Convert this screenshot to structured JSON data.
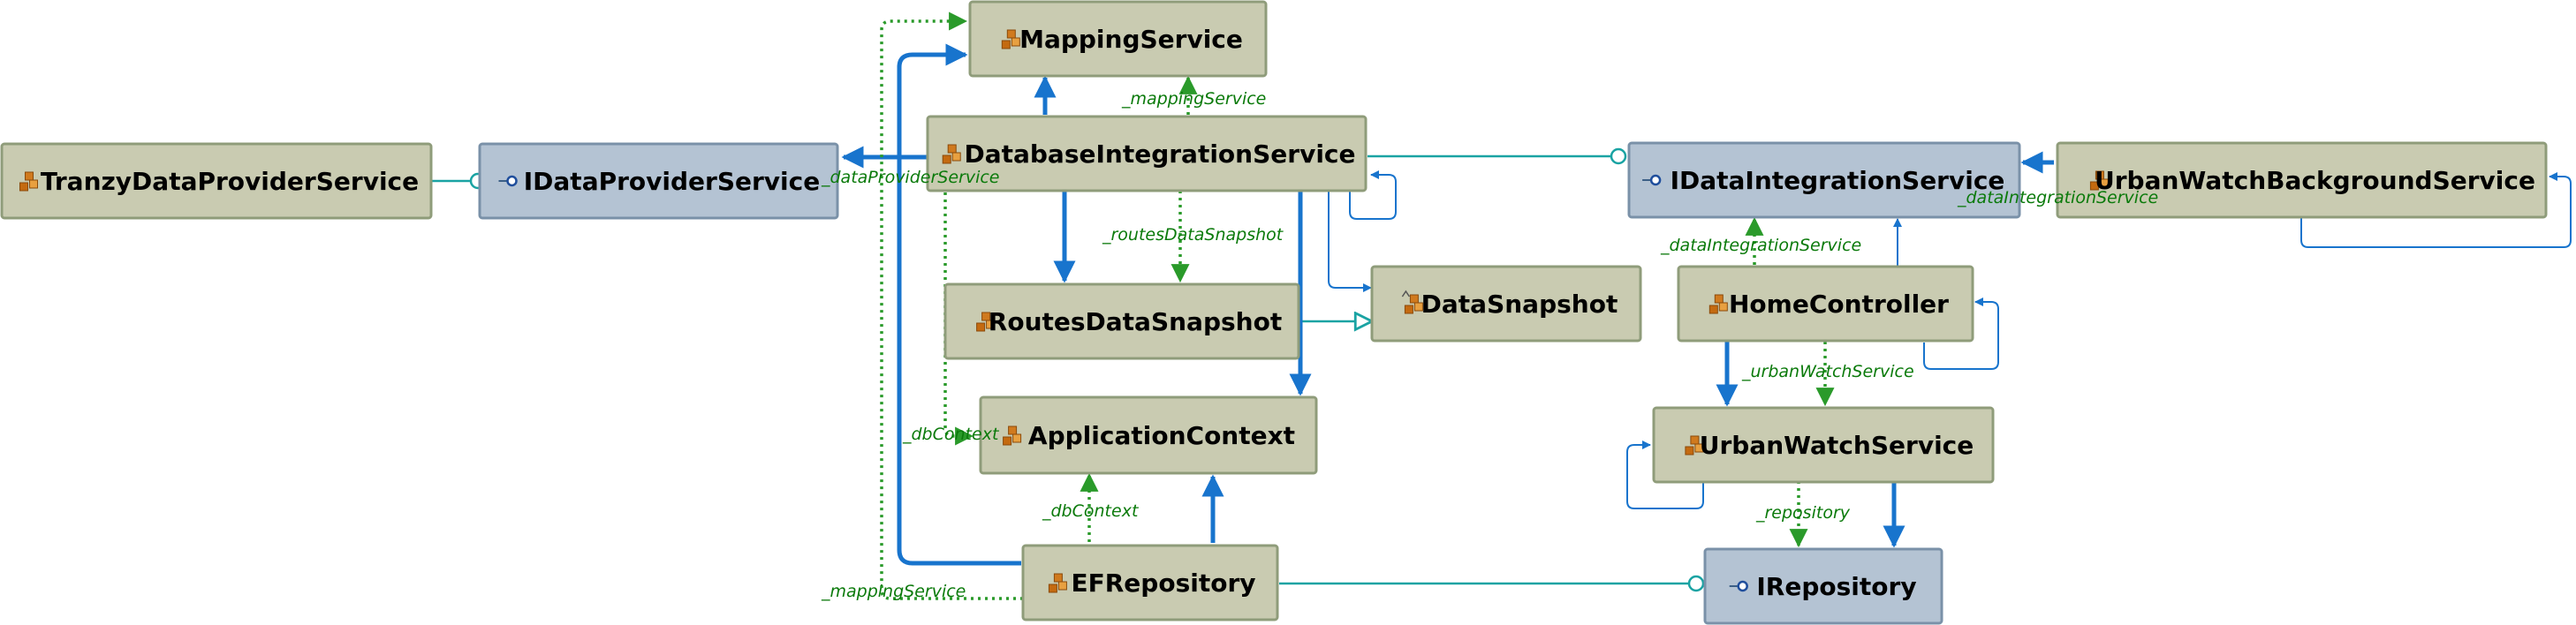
{
  "colors": {
    "class_fill": "#c9cbb1",
    "class_border": "#8f9c7a",
    "interface_fill": "#b4c3d3",
    "interface_border": "#7a91a8",
    "edge_blue": "#1874cd",
    "edge_green": "#2a9a2a",
    "edge_teal": "#1aa3a3",
    "label_green": "#0b7a0b"
  },
  "nodes": [
    {
      "id": "mapping",
      "label": "MappingService",
      "kind": "class",
      "icon": "class-icon"
    },
    {
      "id": "tranzy",
      "label": "TranzyDataProviderService",
      "kind": "class",
      "icon": "class-icon"
    },
    {
      "id": "idataprovider",
      "label": "IDataProviderService",
      "kind": "interface",
      "icon": "interface-icon"
    },
    {
      "id": "dbintegration",
      "label": "DatabaseIntegrationService",
      "kind": "class",
      "icon": "class-icon"
    },
    {
      "id": "idataintegration",
      "label": "IDataIntegrationService",
      "kind": "interface",
      "icon": "interface-icon"
    },
    {
      "id": "urbanbg",
      "label": "UrbanWatchBackgroundService",
      "kind": "class",
      "icon": "class-icon"
    },
    {
      "id": "routes",
      "label": "RoutesDataSnapshot",
      "kind": "class",
      "icon": "class-icon"
    },
    {
      "id": "datasnapshot",
      "label": "DataSnapshot",
      "kind": "class",
      "icon": "abstract-class-icon"
    },
    {
      "id": "home",
      "label": "HomeController",
      "kind": "class",
      "icon": "class-icon"
    },
    {
      "id": "appcontext",
      "label": "ApplicationContext",
      "kind": "class",
      "icon": "class-icon"
    },
    {
      "id": "urbanwatch",
      "label": "UrbanWatchService",
      "kind": "class",
      "icon": "class-icon"
    },
    {
      "id": "efrepo",
      "label": "EFRepository",
      "kind": "class",
      "icon": "class-icon"
    },
    {
      "id": "irepo",
      "label": "IRepository",
      "kind": "interface",
      "icon": "interface-icon"
    }
  ],
  "edge_labels": [
    {
      "id": "lbl-mapping-service-top",
      "text": "_mappingService"
    },
    {
      "id": "lbl-data-provider-service",
      "text": "_dataProviderService"
    },
    {
      "id": "lbl-routes-data-snapshot",
      "text": "_routesDataSnapshot"
    },
    {
      "id": "lbl-data-integration-service-bg",
      "text": "_dataIntegrationService"
    },
    {
      "id": "lbl-data-integration-service-home",
      "text": "_dataIntegrationService"
    },
    {
      "id": "lbl-urban-watch-service",
      "text": "_urbanWatchService"
    },
    {
      "id": "lbl-db-context-left",
      "text": "_dbContext"
    },
    {
      "id": "lbl-db-context",
      "text": "_dbContext"
    },
    {
      "id": "lbl-repository",
      "text": "_repository"
    },
    {
      "id": "lbl-mapping-service-bottom",
      "text": "_mappingService"
    }
  ]
}
